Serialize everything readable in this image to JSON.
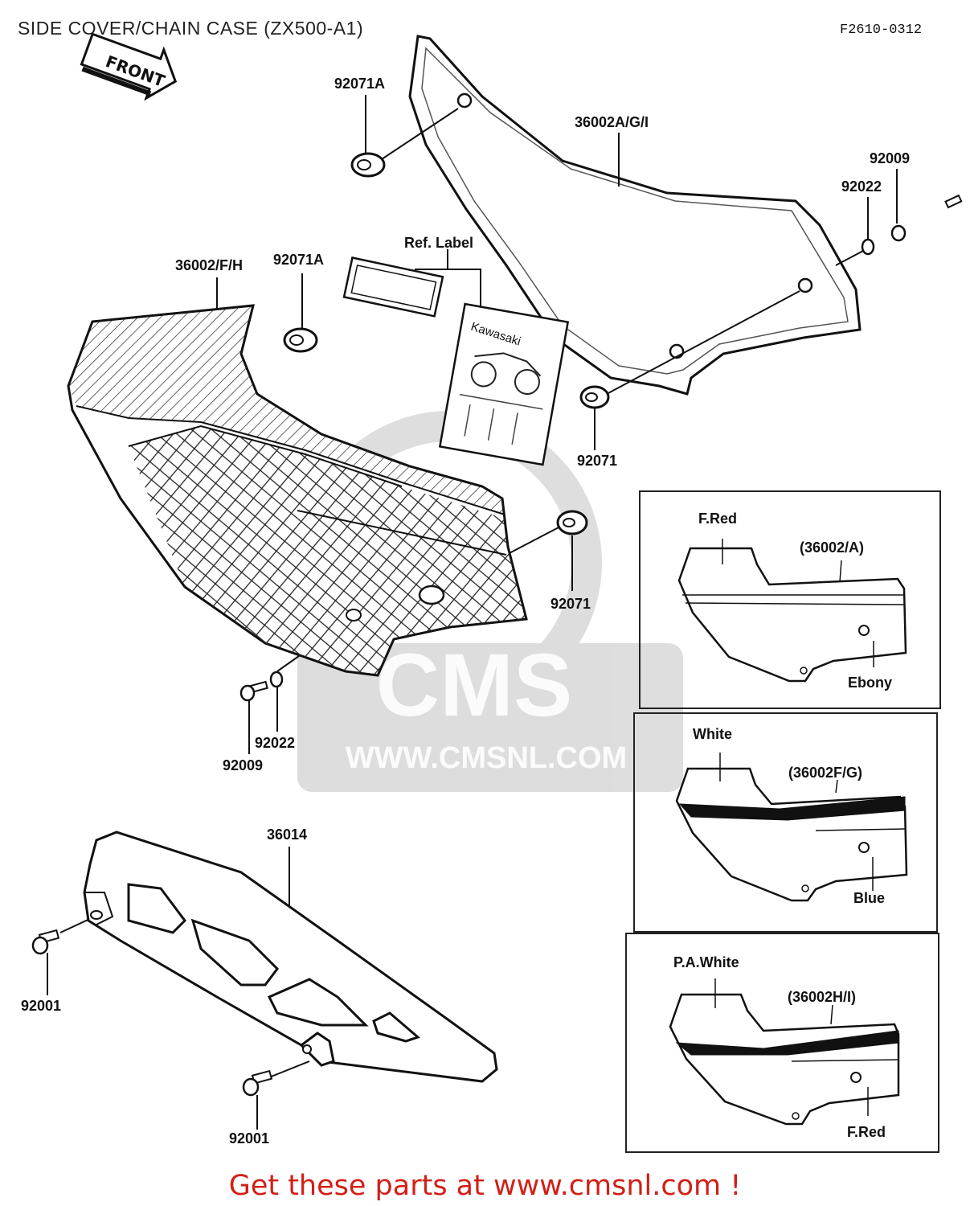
{
  "header": {
    "title": "SIDE COVER/CHAIN CASE (ZX500-A1)",
    "figure_id": "F2610-0312"
  },
  "front_arrow": {
    "label": "FRONT"
  },
  "watermark": {
    "brand": "CMS",
    "url": "WWW.CMSNL.COM"
  },
  "parts": {
    "p92071A_top": "92071A",
    "p36002AGI": "36002A/G/I",
    "p92009_top": "92009",
    "p92022_top": "92022",
    "ref_label": "Ref. Label",
    "p36002FH": "36002/F/H",
    "p92071A_mid": "92071A",
    "p92071_right": "92071",
    "p92071_mid": "92071",
    "p92022_bottom": "92022",
    "p92009_bottom": "92009",
    "p36014": "36014",
    "p92001_left": "92001",
    "p92001_bottom": "92001",
    "decal_brand": "Kawasaki"
  },
  "variants": [
    {
      "top_label": "F.Red",
      "part_label": "(36002/A)",
      "bottom_label": "Ebony"
    },
    {
      "top_label": "White",
      "part_label": "(36002F/G)",
      "bottom_label": "Blue"
    },
    {
      "top_label": "P.A.White",
      "part_label": "(36002H/I)",
      "bottom_label": "F.Red"
    }
  ],
  "footer": {
    "text": "Get these parts at www.cmsnl.com !"
  }
}
